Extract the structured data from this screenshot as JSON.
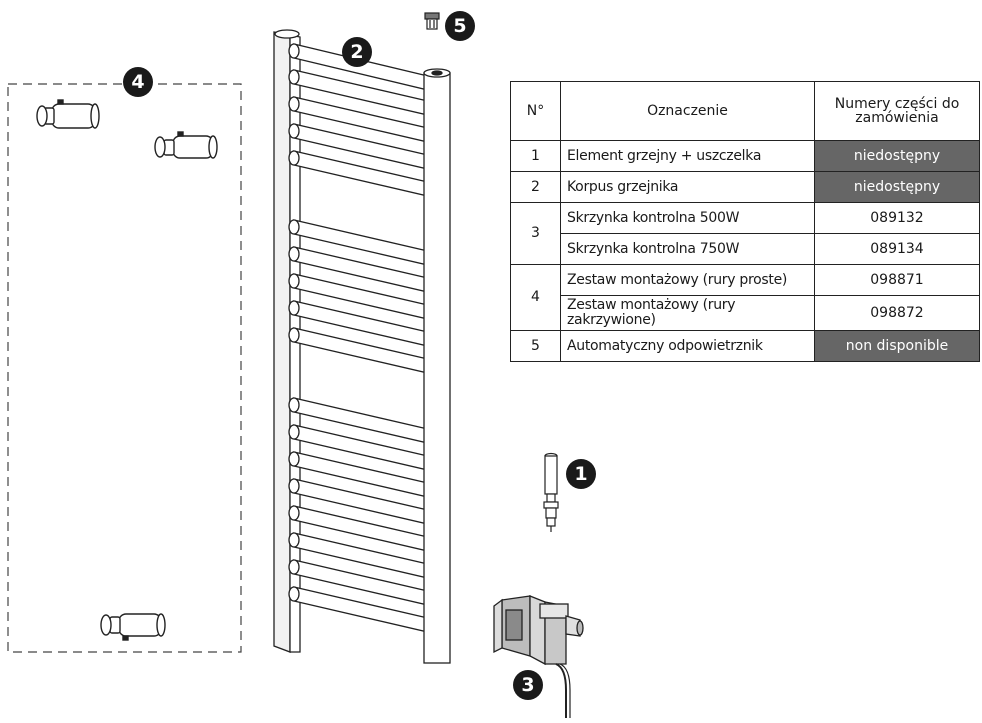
{
  "callouts": {
    "c1": "1",
    "c2": "2",
    "c3": "3",
    "c4": "4",
    "c5": "5"
  },
  "table": {
    "headers": [
      "N°",
      "Oznaczenie",
      "Numery części do zamówienia"
    ],
    "rows": [
      {
        "num": "1",
        "desc": "Element grzejny + uszczelka",
        "code": "niedostępny",
        "unavailable": true
      },
      {
        "num": "2",
        "desc": "Korpus grzejnika",
        "code": "niedostępny",
        "unavailable": true
      },
      {
        "num": "3",
        "desc": "Skrzynka kontrolna 500W",
        "code": "089132"
      },
      {
        "num": "",
        "desc": "Skrzynka kontrolna 750W",
        "code": "089134"
      },
      {
        "num": "4",
        "desc": "Zestaw montażowy (rury proste)",
        "code": "098871"
      },
      {
        "num": "",
        "desc": "Zestaw montażowy (rury zakrzywione)",
        "code": "098872"
      },
      {
        "num": "5",
        "desc": "Automatyczny odpowietrznik",
        "code": "non disponible",
        "unavailable": true
      }
    ]
  },
  "colors": {
    "unavailable_bg": "#666666",
    "line": "#222222"
  }
}
